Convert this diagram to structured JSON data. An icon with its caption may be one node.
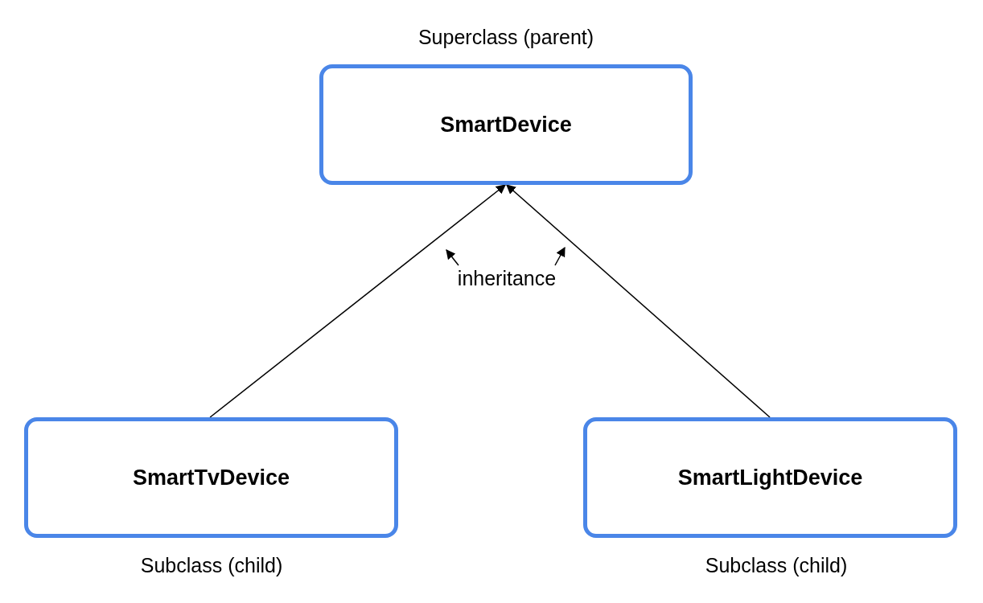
{
  "diagram": {
    "nodes": [
      {
        "text": [
          "SmartDevice"
        ],
        "beside": [
          "Superclass (parent)"
        ]
      },
      {
        "text": [
          "SmartTvDevice"
        ],
        "beside": [
          "Subclass (child)"
        ]
      },
      {
        "text": [
          "SmartLightDevice"
        ],
        "beside": [
          "Subclass (child)"
        ]
      },
      {
        "text": [
          "inheritance"
        ]
      }
    ],
    "edges": [
      {
        "from": 1,
        "to": 0,
        "arrow": "to"
      },
      {
        "from": 2,
        "to": 0,
        "arrow": "to"
      },
      {
        "from": 3,
        "to": null,
        "arrow": "to"
      },
      {
        "from": 3,
        "to": null,
        "arrow": "to"
      }
    ]
  }
}
